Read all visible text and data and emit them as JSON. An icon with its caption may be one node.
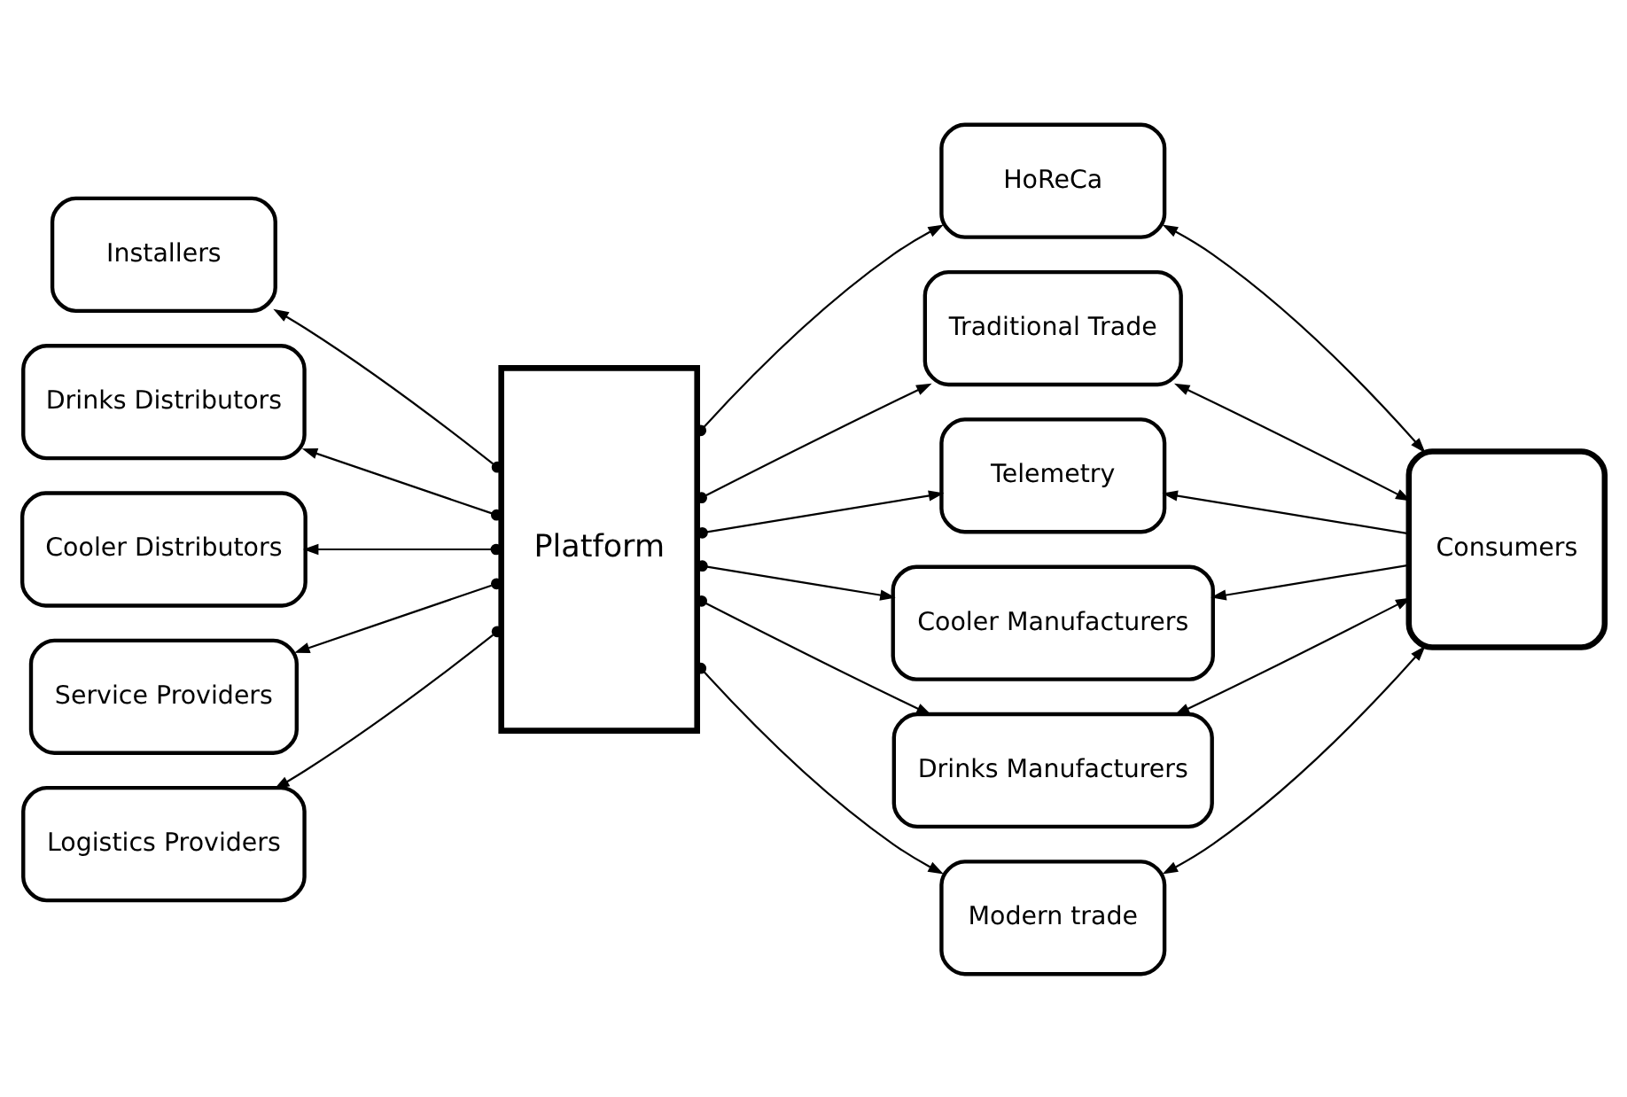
{
  "diagram": {
    "nodes": [
      {
        "text": [
          "Installers"
        ]
      },
      {
        "text": [
          "Drinks Distributors"
        ]
      },
      {
        "text": [
          "Cooler Distributors"
        ]
      },
      {
        "text": [
          "Service Providers"
        ]
      },
      {
        "text": [
          "Logistics Providers"
        ]
      },
      {
        "text": [
          "Platform"
        ]
      },
      {
        "text": [
          "HoReCa"
        ]
      },
      {
        "text": [
          "Traditional Trade"
        ]
      },
      {
        "text": [
          "Telemetry"
        ]
      },
      {
        "text": [
          "Cooler Manufacturers"
        ]
      },
      {
        "text": [
          "Drinks Manufacturers"
        ]
      },
      {
        "text": [
          "Modern trade"
        ]
      },
      {
        "text": [
          "Consumers"
        ]
      }
    ],
    "edges": [
      {
        "from": 5,
        "to": 0,
        "arrow": "to"
      },
      {
        "from": 5,
        "to": 1,
        "arrow": "to"
      },
      {
        "from": 5,
        "to": 2,
        "arrow": "to"
      },
      {
        "from": 5,
        "to": 3,
        "arrow": "to"
      },
      {
        "from": 5,
        "to": 4,
        "arrow": "to"
      },
      {
        "from": 5,
        "to": 6,
        "arrow": "to"
      },
      {
        "from": 5,
        "to": 7,
        "arrow": "to"
      },
      {
        "from": 5,
        "to": 8,
        "arrow": "to"
      },
      {
        "from": 5,
        "to": 9,
        "arrow": "to"
      },
      {
        "from": 5,
        "to": 10,
        "arrow": "to"
      },
      {
        "from": 5,
        "to": 11,
        "arrow": "to"
      },
      {
        "from": 12,
        "to": 6,
        "arrow": "both"
      },
      {
        "from": 12,
        "to": 7,
        "arrow": "both"
      },
      {
        "from": 12,
        "to": 8,
        "arrow": "to"
      },
      {
        "from": 12,
        "to": 9,
        "arrow": "to"
      },
      {
        "from": 12,
        "to": 10,
        "arrow": "both"
      },
      {
        "from": 12,
        "to": 11,
        "arrow": "both"
      }
    ]
  }
}
